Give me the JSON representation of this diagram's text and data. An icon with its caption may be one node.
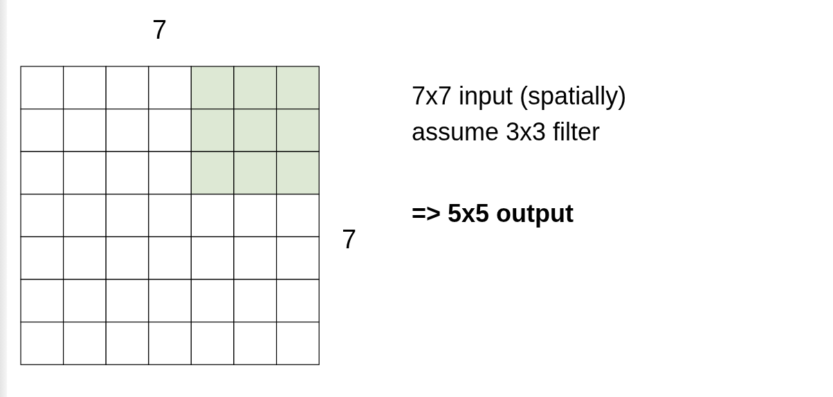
{
  "diagram": {
    "labels": [
      "7",
      "7",
      "7x7 input (spatially)",
      "assume 3x3 filter",
      "=> 5x5 output"
    ]
  }
}
